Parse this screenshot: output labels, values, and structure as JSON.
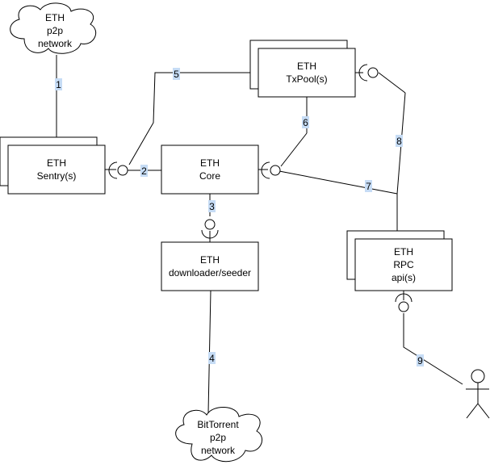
{
  "components": {
    "sentry": {
      "line1": "ETH",
      "line2": "Sentry(s)"
    },
    "core": {
      "line1": "ETH",
      "line2": "Core"
    },
    "txpool": {
      "line1": "ETH",
      "line2": "TxPool(s)"
    },
    "downloader": {
      "line1": "ETH",
      "line2": "downloader/seeder"
    },
    "rpc": {
      "line1": "ETH",
      "line2": "RPC",
      "line3": "api(s)"
    }
  },
  "clouds": {
    "eth_p2p": {
      "line1": "ETH",
      "line2": "p2p",
      "line3": "network"
    },
    "bittorrent": {
      "line1": "BitTorrent",
      "line2": "p2p",
      "line3": "network"
    }
  },
  "connections": [
    "1",
    "2",
    "3",
    "4",
    "5",
    "6",
    "7",
    "8",
    "9"
  ],
  "colors": {
    "label_highlight": "#c6dcf5",
    "stroke": "#000000",
    "fill": "#ffffff"
  }
}
